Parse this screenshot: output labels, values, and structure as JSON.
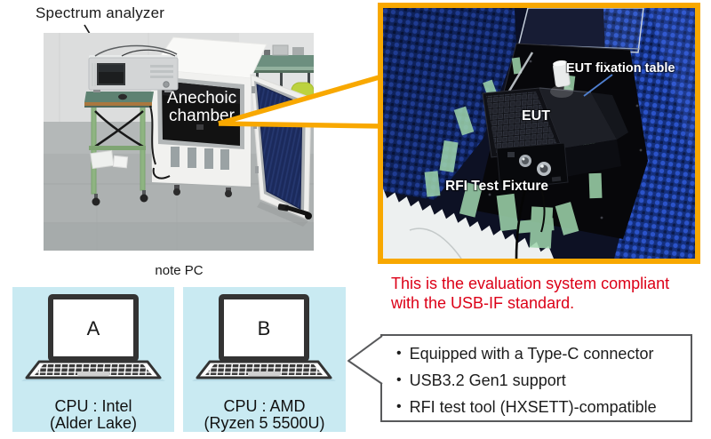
{
  "photo_left": {
    "caption_label": "Spectrum analyzer",
    "chamber_line1": "Anechoic",
    "chamber_line2": "chamber"
  },
  "photo_right": {
    "label_fixation_table": "EUT fixation table",
    "label_eut": "EUT",
    "label_fixture": "RFI Test Fixture"
  },
  "note_pc": {
    "title": "note PC",
    "laptops": [
      {
        "screen_label": "A",
        "cpu_line1": "CPU : Intel",
        "cpu_line2": "(Alder Lake)"
      },
      {
        "screen_label": "B",
        "cpu_line1": "CPU : AMD",
        "cpu_line2": "(Ryzen 5 5500U)"
      }
    ]
  },
  "caption": {
    "line1": "This is the evaluation system compliant",
    "line2": "with the USB-IF standard."
  },
  "bubble": {
    "bullet_char": "•",
    "items": [
      "Equipped with a Type-C connector",
      "USB3.2 Gen1 support",
      "RFI test tool (HXSETT)-compatible"
    ]
  },
  "colors": {
    "accent_orange": "#F8A800",
    "caption_red": "#DC0017",
    "card_cyan": "#C9EAF2",
    "bubble_border": "#58595B",
    "foam_blue": "#2B53C9",
    "door_navy": "#1B2A5C"
  }
}
